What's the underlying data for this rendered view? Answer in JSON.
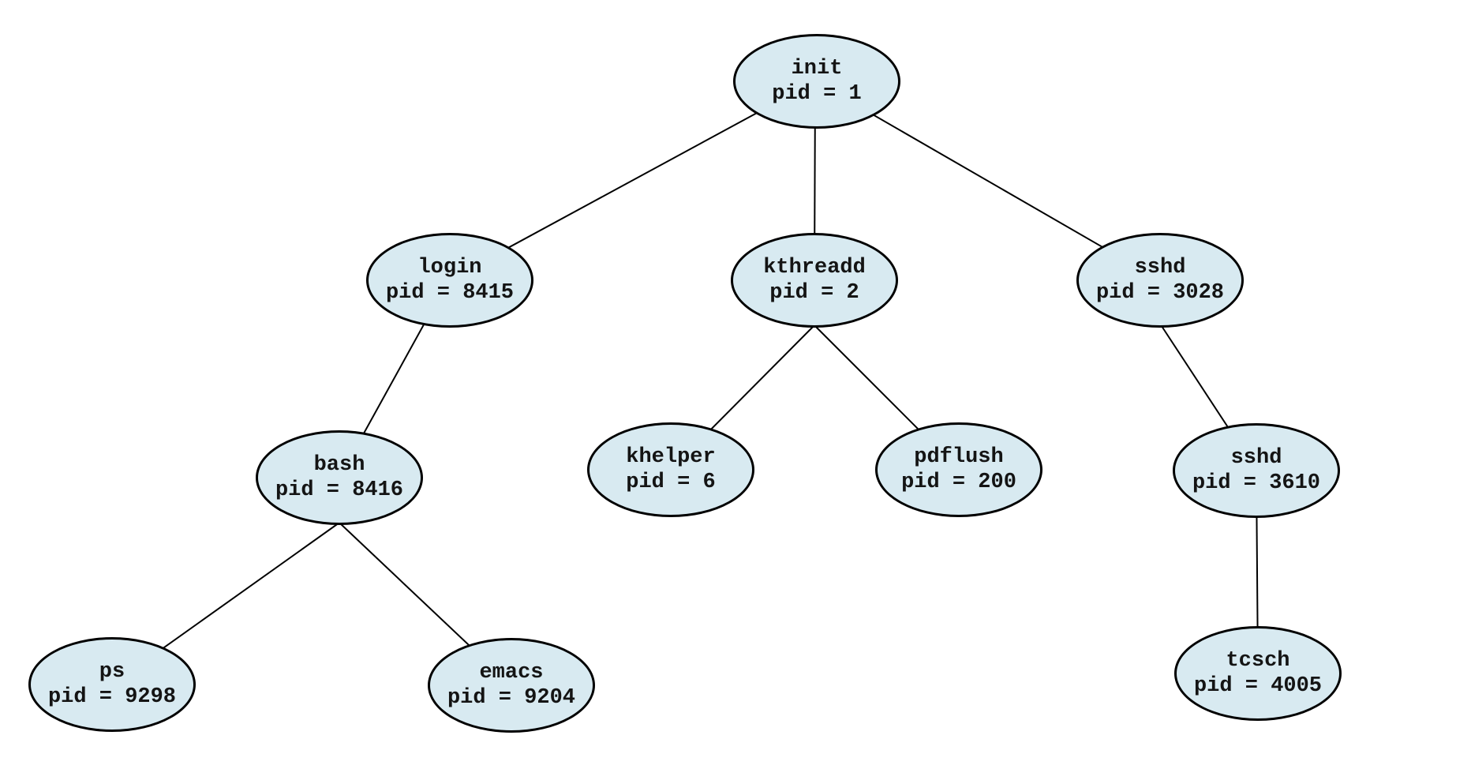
{
  "diagram_type": "process-tree",
  "colors": {
    "background": "#ffffff",
    "node_fill": "#d8eaf1",
    "node_border": "#000000",
    "edge": "#000000",
    "text": "#141414"
  },
  "nodes": [
    {
      "id": "init",
      "name": "init",
      "pid": "pid = 1"
    },
    {
      "id": "login",
      "name": "login",
      "pid": "pid = 8415"
    },
    {
      "id": "kthreadd",
      "name": "kthreadd",
      "pid": "pid = 2"
    },
    {
      "id": "sshd-3028",
      "name": "sshd",
      "pid": "pid = 3028"
    },
    {
      "id": "bash",
      "name": "bash",
      "pid": "pid = 8416"
    },
    {
      "id": "khelper",
      "name": "khelper",
      "pid": "pid = 6"
    },
    {
      "id": "pdflush",
      "name": "pdflush",
      "pid": "pid = 200"
    },
    {
      "id": "sshd-3610",
      "name": "sshd",
      "pid": "pid = 3610"
    },
    {
      "id": "ps",
      "name": "ps",
      "pid": "pid = 9298"
    },
    {
      "id": "emacs",
      "name": "emacs",
      "pid": "pid = 9204"
    },
    {
      "id": "tcsch",
      "name": "tcsch",
      "pid": "pid = 4005"
    }
  ],
  "edges": [
    {
      "from": "init",
      "to": "login"
    },
    {
      "from": "init",
      "to": "kthreadd"
    },
    {
      "from": "init",
      "to": "sshd-3028"
    },
    {
      "from": "login",
      "to": "bash"
    },
    {
      "from": "kthreadd",
      "to": "khelper"
    },
    {
      "from": "kthreadd",
      "to": "pdflush"
    },
    {
      "from": "sshd-3028",
      "to": "sshd-3610"
    },
    {
      "from": "bash",
      "to": "ps"
    },
    {
      "from": "bash",
      "to": "emacs"
    },
    {
      "from": "sshd-3610",
      "to": "tcsch"
    }
  ]
}
